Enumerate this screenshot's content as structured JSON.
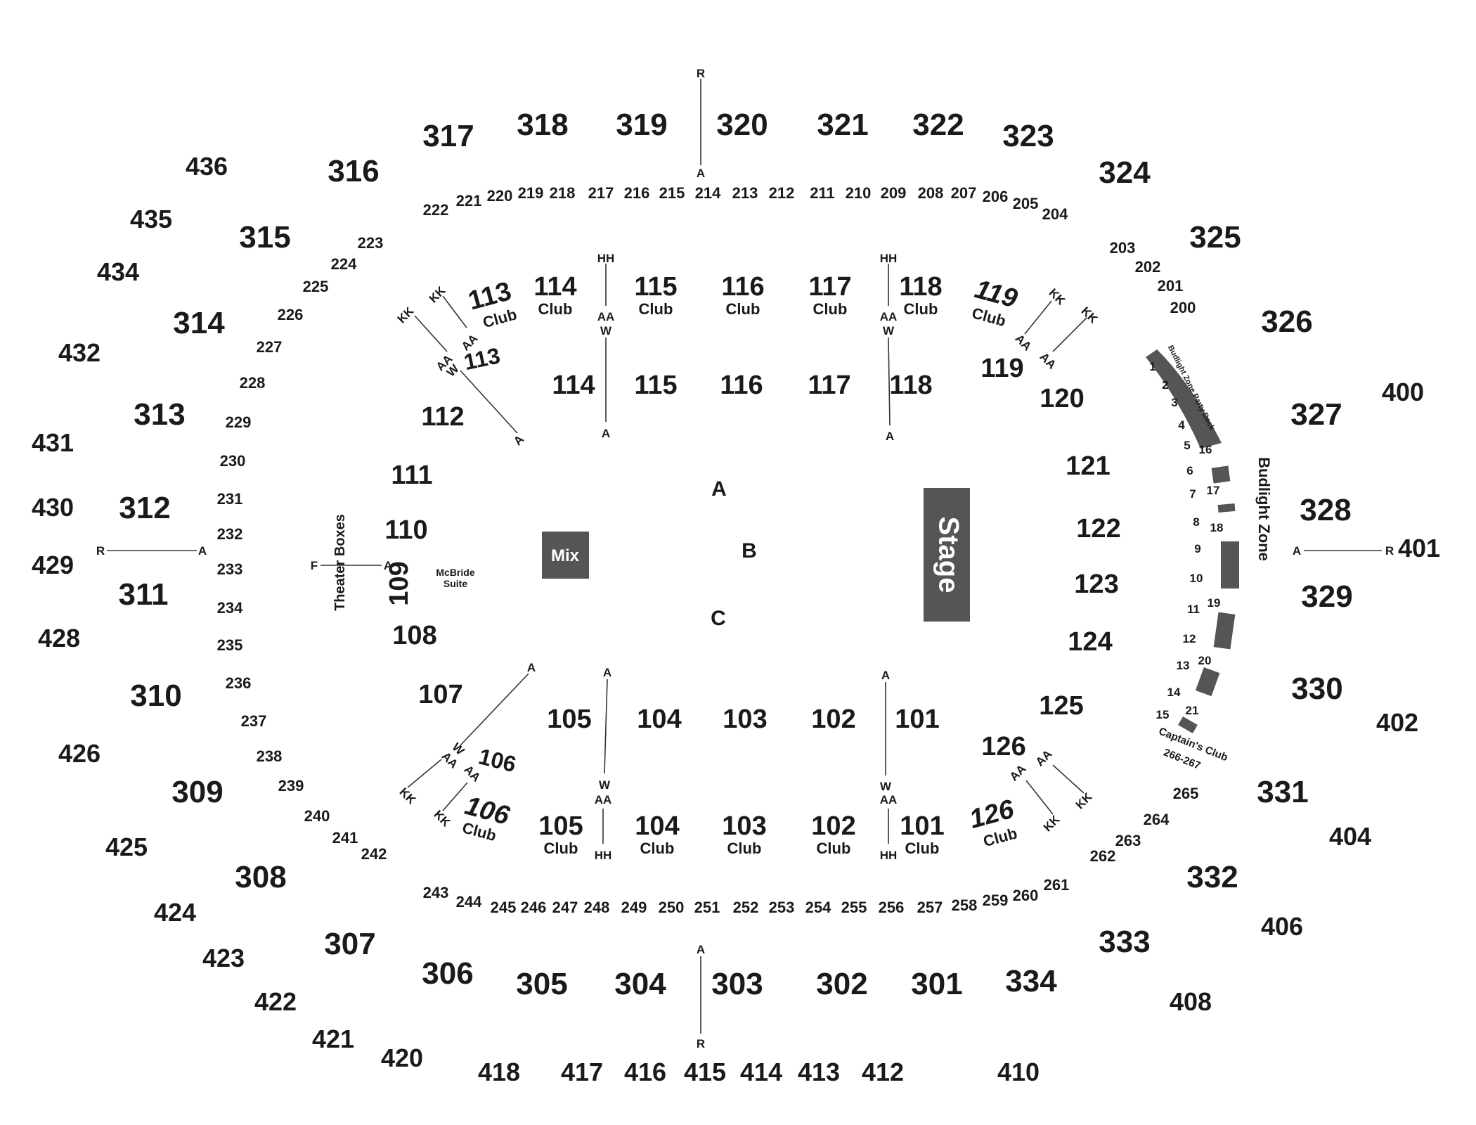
{
  "sections_400": [
    "436",
    "435",
    "434",
    "432",
    "431",
    "430",
    "429",
    "428",
    "426",
    "425",
    "424",
    "423",
    "422",
    "421",
    "420",
    "418",
    "417",
    "416",
    "415",
    "414",
    "413",
    "412",
    "410",
    "408",
    "406",
    "404",
    "402",
    "401",
    "400"
  ],
  "sections_300": [
    "317",
    "318",
    "319",
    "320",
    "321",
    "322",
    "323",
    "316",
    "324",
    "315",
    "325",
    "314",
    "326",
    "313",
    "327",
    "312",
    "328",
    "311",
    "329",
    "310",
    "330",
    "309",
    "331",
    "308",
    "332",
    "307",
    "333",
    "306",
    "305",
    "304",
    "303",
    "302",
    "301",
    "334"
  ],
  "sections_200": [
    "222",
    "221",
    "220",
    "219",
    "218",
    "217",
    "216",
    "215",
    "214",
    "213",
    "212",
    "211",
    "210",
    "209",
    "208",
    "207",
    "206",
    "205",
    "204",
    "223",
    "224",
    "225",
    "226",
    "227",
    "228",
    "229",
    "230",
    "231",
    "232",
    "233",
    "234",
    "235",
    "236",
    "237",
    "238",
    "239",
    "240",
    "241",
    "242",
    "243",
    "244",
    "245",
    "246",
    "247",
    "248",
    "249",
    "250",
    "251",
    "252",
    "253",
    "254",
    "255",
    "256",
    "257",
    "258",
    "259",
    "260",
    "261",
    "262",
    "263",
    "264",
    "265",
    "203",
    "202",
    "201",
    "200"
  ],
  "sections_100": [
    "114",
    "115",
    "116",
    "117",
    "118",
    "119",
    "120",
    "121",
    "122",
    "123",
    "124",
    "125",
    "126",
    "112",
    "111",
    "110",
    "109",
    "108",
    "107",
    "105",
    "104",
    "103",
    "102",
    "101",
    "113",
    "106"
  ],
  "club_sections": [
    "113",
    "114",
    "115",
    "116",
    "117",
    "118",
    "119",
    "126",
    "101",
    "102",
    "103",
    "104",
    "105",
    "106"
  ],
  "club_label": "Club",
  "rows": {
    "R": "R",
    "A": "A",
    "F": "F",
    "W": "W",
    "AA": "AA",
    "HH": "HH",
    "KK": "KK"
  },
  "floor": {
    "a": "A",
    "b": "B",
    "c": "C"
  },
  "mix_label": "Mix",
  "stage_label": "Stage",
  "theater_boxes": "Theater Boxes",
  "mcbride_suite": "McBride Suite",
  "mcbride_line1": "McBride",
  "mcbride_line2": "Suite",
  "budlight_zone": "Budlight Zone",
  "budlight_party_deck": "Budlight Zone Party Deck",
  "captains_club": "Captain's Club",
  "captains_club_range": "266-267",
  "zone_numbers": [
    "1",
    "2",
    "3",
    "4",
    "5",
    "6",
    "7",
    "8",
    "9",
    "10",
    "11",
    "12",
    "13",
    "14",
    "15",
    "16",
    "17",
    "18",
    "19",
    "20",
    "21"
  ]
}
